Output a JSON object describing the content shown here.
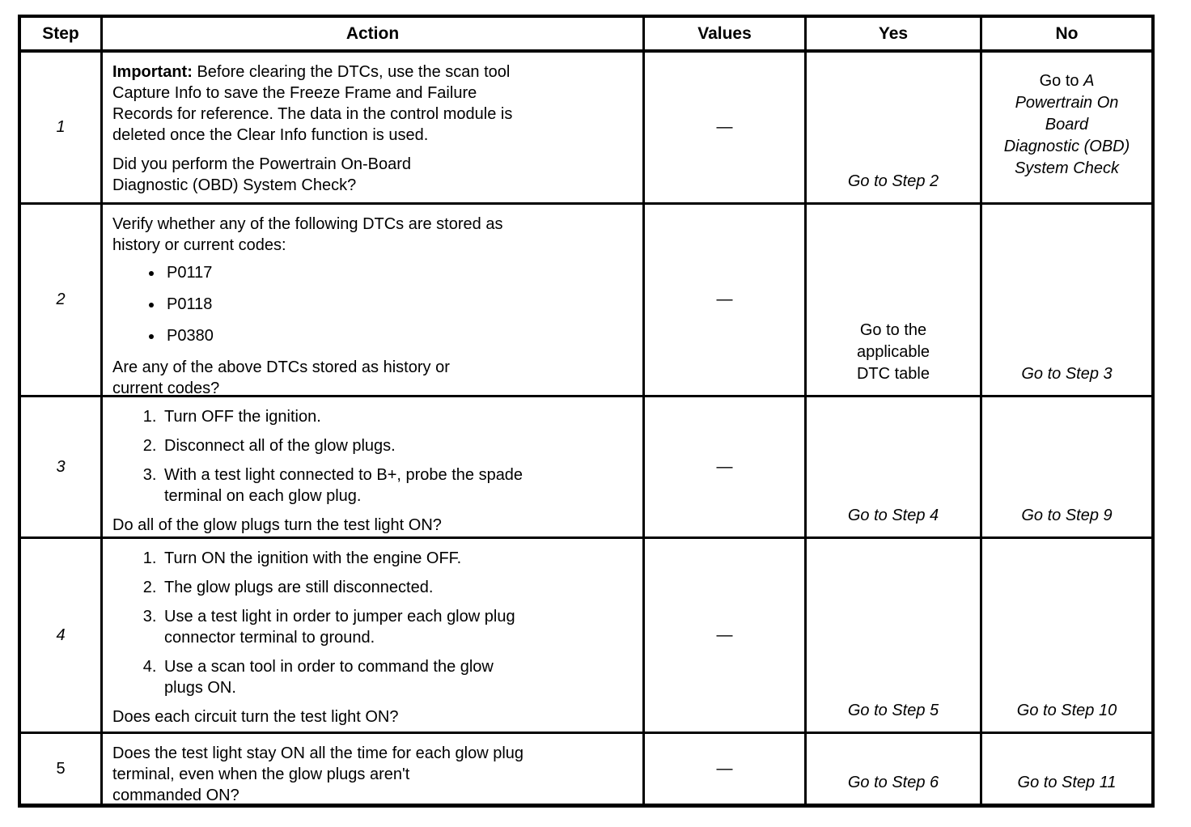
{
  "colors": {
    "ink": "#000000",
    "paper": "#ffffff"
  },
  "table": {
    "headers": {
      "step": "Step",
      "action": "Action",
      "values": "Values",
      "yes": "Yes",
      "no": "No"
    },
    "rows": [
      {
        "step": "1",
        "action": {
          "important_label": "Important:",
          "important_text": "Before clearing the DTCs, use the scan tool\nCapture Info to save the Freeze Frame and Failure\nRecords for reference. The data in the control module is\ndeleted once the Clear Info function is used.",
          "question": "Did you perform the Powertrain On-Board\nDiagnostic (OBD) System Check?"
        },
        "values": "—",
        "yes": "Go to Step 2",
        "no_prefix": "Go to ",
        "no_target": "A\nPowertrain On\nBoard\nDiagnostic (OBD)\nSystem Check"
      },
      {
        "step": "2",
        "action": {
          "intro": "Verify whether any of the following DTCs are stored as\nhistory or current codes:",
          "bullets": [
            "P0117",
            "P0118",
            "P0380"
          ],
          "question": "Are any of the above DTCs stored as history or\ncurrent codes?"
        },
        "values": "—",
        "yes": "Go to the\napplicable\nDTC table",
        "no": "Go to Step 3"
      },
      {
        "step": "3",
        "action": {
          "steps": [
            "Turn OFF the ignition.",
            "Disconnect all of the glow plugs.",
            "With a test light connected to B+, probe the spade\nterminal on each glow plug."
          ],
          "question": "Do all of the glow plugs turn the test light ON?"
        },
        "values": "—",
        "yes": "Go to Step 4",
        "no": "Go to Step 9"
      },
      {
        "step": "4",
        "action": {
          "steps": [
            "Turn ON the ignition with the engine OFF.",
            "The glow plugs are still disconnected.",
            "Use a test light in order to jumper each glow plug\nconnector terminal to ground.",
            "Use a scan tool in order to command the glow\nplugs ON."
          ],
          "question": "Does each circuit turn the test light ON?"
        },
        "values": "—",
        "yes": "Go to Step 5",
        "no": "Go to Step 10"
      },
      {
        "step": "5",
        "action": {
          "question": "Does the test light stay ON all the time for each glow plug\nterminal, even when the glow plugs aren't\ncommanded ON?"
        },
        "values": "—",
        "yes": "Go to Step 6",
        "no": "Go to Step 11"
      }
    ]
  }
}
